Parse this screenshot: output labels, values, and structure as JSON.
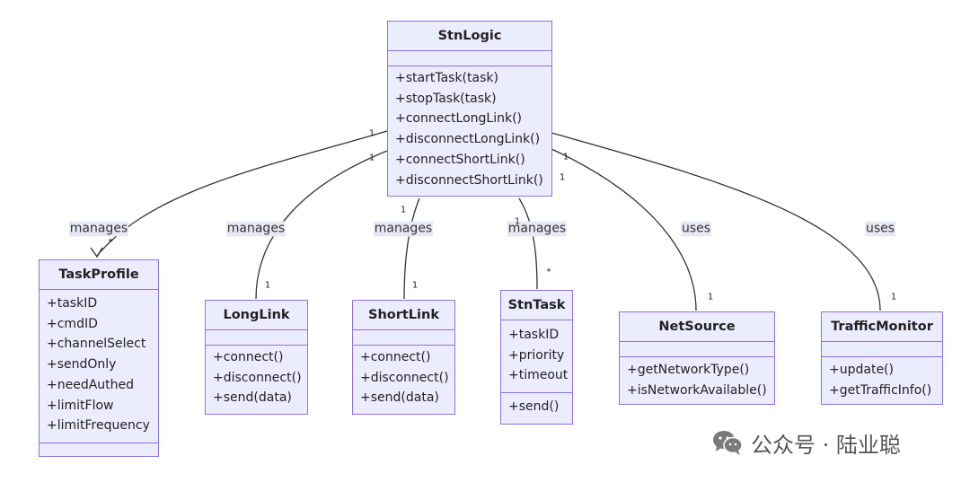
{
  "classes": {
    "stnlogic": {
      "name": "StnLogic",
      "attributes": [],
      "methods": [
        "+startTask(task)",
        "+stopTask(task)",
        "+connectLongLink()",
        "+disconnectLongLink()",
        "+connectShortLink()",
        "+disconnectShortLink()"
      ]
    },
    "taskprofile": {
      "name": "TaskProfile",
      "attributes": [
        "+taskID",
        "+cmdID",
        "+channelSelect",
        "+sendOnly",
        "+needAuthed",
        "+limitFlow",
        "+limitFrequency"
      ],
      "methods": []
    },
    "longlink": {
      "name": "LongLink",
      "attributes": [],
      "methods": [
        "+connect()",
        "+disconnect()",
        "+send(data)"
      ]
    },
    "shortlink": {
      "name": "ShortLink",
      "attributes": [],
      "methods": [
        "+connect()",
        "+disconnect()",
        "+send(data)"
      ]
    },
    "stntask": {
      "name": "StnTask",
      "attributes": [
        "+taskID",
        "+priority",
        "+timeout"
      ],
      "methods": [
        "+send()"
      ]
    },
    "netsource": {
      "name": "NetSource",
      "attributes": [],
      "methods": [
        "+getNetworkType()",
        "+isNetworkAvailable()"
      ]
    },
    "trafficmonitor": {
      "name": "TrafficMonitor",
      "attributes": [],
      "methods": [
        "+update()",
        "+getTrafficInfo()"
      ]
    }
  },
  "relations": [
    {
      "id": "r-taskprofile",
      "label": "manages",
      "from_mult": "1",
      "to_mult": "*"
    },
    {
      "id": "r-longlink",
      "label": "manages",
      "from_mult": "1",
      "to_mult": "1"
    },
    {
      "id": "r-shortlink",
      "label": "manages",
      "from_mult": "1",
      "to_mult": "1"
    },
    {
      "id": "r-stntask",
      "label": "manages",
      "from_mult": "1",
      "to_mult": "*"
    },
    {
      "id": "r-netsource",
      "label": "uses",
      "from_mult": "1",
      "to_mult": "1"
    },
    {
      "id": "r-trafficmonitor",
      "label": "uses",
      "from_mult": "1",
      "to_mult": "1"
    }
  ],
  "watermark": {
    "text": "公众号 · 陆业聪",
    "icon": "wechat-icon"
  }
}
